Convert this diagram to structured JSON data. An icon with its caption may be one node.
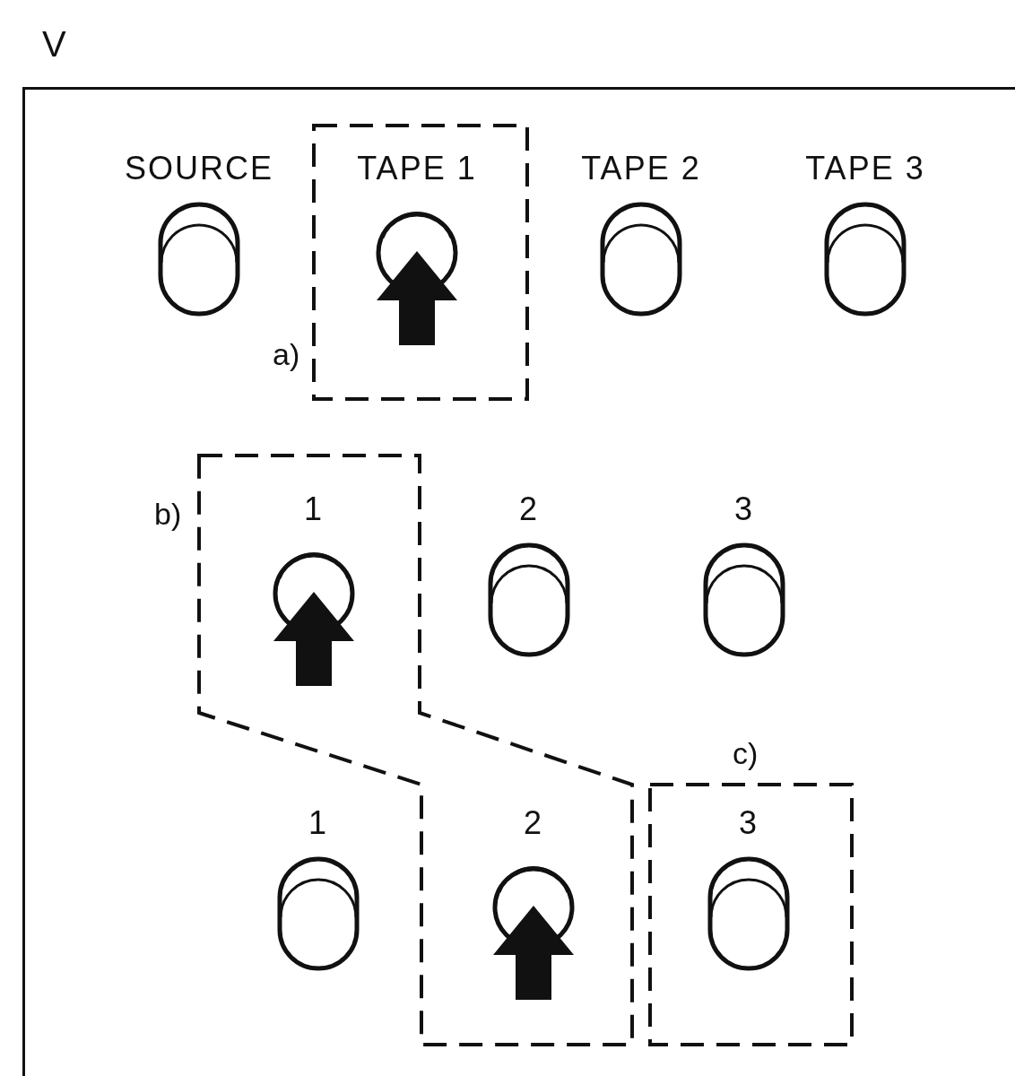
{
  "diagram": {
    "nodes": [
      {
        "text": [
          "V"
        ]
      },
      {
        "text": [
          "a)"
        ],
        "in": 0
      },
      {
        "text": [
          "b)"
        ],
        "in": 0
      },
      {
        "text": [
          "c)"
        ],
        "in": 0
      },
      {
        "text": [
          "SOURCE"
        ],
        "in": 0
      },
      {
        "text": [
          "TAPE 1"
        ],
        "in": 1
      },
      {
        "text": [
          "TAPE 2"
        ],
        "in": 0
      },
      {
        "text": [
          "TAPE 3"
        ],
        "in": 0
      },
      {
        "text": [
          "1"
        ],
        "in": 2
      },
      {
        "text": [
          "2"
        ],
        "in": 0
      },
      {
        "text": [
          "3"
        ],
        "in": 0
      },
      {
        "text": [
          "1"
        ],
        "in": 0
      },
      {
        "text": [
          "2"
        ],
        "in": 2
      },
      {
        "text": [
          "3"
        ],
        "in": 3
      }
    ]
  }
}
